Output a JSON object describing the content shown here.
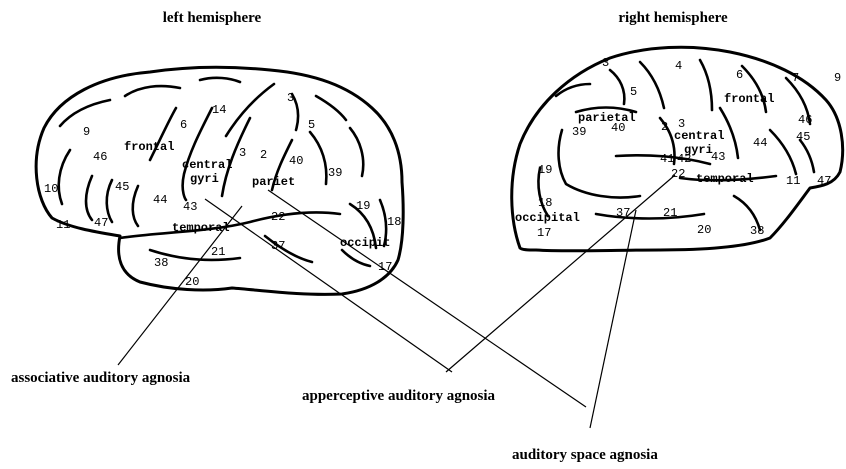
{
  "titles": {
    "left": "left hemisphere",
    "right": "right hemisphere"
  },
  "captions": {
    "associative": "associative auditory agnosia",
    "apperceptive": "apperceptive auditory agnosia",
    "space": "auditory space agnosia"
  },
  "left_brain": {
    "regions": {
      "frontal": "frontal",
      "central": "central",
      "gyri": "gyri",
      "parietal": "pariet",
      "temporal": "temporal",
      "occipital": "occipit"
    },
    "areas": [
      "14",
      "9",
      "6",
      "3",
      "5",
      "46",
      "3",
      "2",
      "40",
      "39",
      "10",
      "45",
      "44",
      "43",
      "22",
      "19",
      "18",
      "11",
      "47",
      "21",
      "37",
      "38",
      "20",
      "17"
    ]
  },
  "right_brain": {
    "regions": {
      "frontal": "frontal",
      "parietal": "parietal",
      "central": "central",
      "gyri": "gyri",
      "temporal": "temporal",
      "occipital": "occipital"
    },
    "areas": [
      "3",
      "4",
      "6",
      "7",
      "9",
      "5",
      "39",
      "40",
      "2",
      "3",
      "46",
      "45",
      "44",
      "41",
      "42",
      "43",
      "19",
      "22",
      "11",
      "47",
      "18",
      "37",
      "21",
      "17",
      "20",
      "38"
    ]
  }
}
